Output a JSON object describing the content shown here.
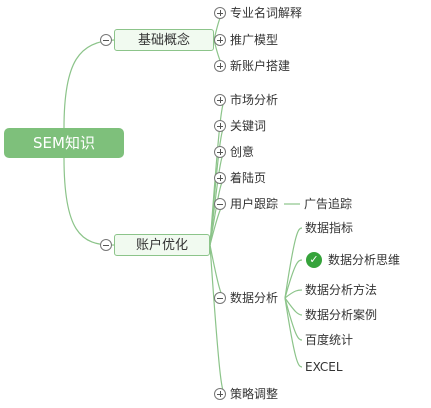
{
  "root": {
    "label": "SEM知识"
  },
  "basics": {
    "label": "基础概念",
    "children": [
      "专业名词解释",
      "推广模型",
      "新账户搭建"
    ]
  },
  "account": {
    "label": "账户优化",
    "children": [
      "市场分析",
      "关键词",
      "创意",
      "着陆页",
      "用户跟踪",
      "数据分析",
      "策略调整"
    ],
    "tracking_child": "广告追踪",
    "data_children": [
      "数据指标",
      "数据分析思维",
      "数据分析方法",
      "数据分析案例",
      "百度统计",
      "EXCEL"
    ]
  },
  "colors": {
    "root_fill": "#7ec07b",
    "branch_line": "#8cc48a",
    "check_green": "#36a33b"
  },
  "icons": {
    "collapse": "minus-circle-icon",
    "expand": "plus-circle-icon",
    "done": "check-circle-icon"
  }
}
